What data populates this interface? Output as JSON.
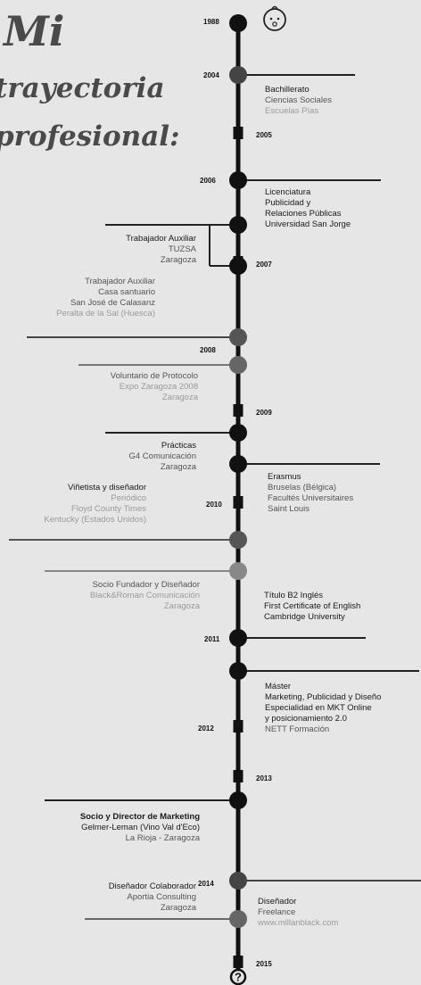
{
  "title": {
    "line1": "Mi",
    "line2": "trayectoria",
    "line3": "profesional:"
  },
  "years": {
    "y1988": "1988",
    "y2004": "2004",
    "y2005": "2005",
    "y2006": "2006",
    "y2007": "2007",
    "y2008": "2008",
    "y2009": "2009",
    "y2010": "2010",
    "y2011": "2011",
    "y2012": "2012",
    "y2013": "2013",
    "y2014": "2014",
    "y2015": "2015"
  },
  "icons": {
    "birth": "baby-face-icon",
    "future": "question-mark-icon"
  },
  "right_entries": [
    {
      "lines": [
        "Bachillerato",
        "Ciencias Sociales",
        "Escuelas Pías"
      ]
    },
    {
      "lines": [
        "Licenciatura",
        "Publicidad y",
        "Relaciones Públicas",
        "Universidad San Jorge"
      ]
    },
    {
      "lines": [
        "Erasmus",
        "Bruselas (Bélgica)",
        "Facultés Universitaires",
        "Saint Louis"
      ]
    },
    {
      "lines": [
        "Título B2 Inglés",
        "First Certificate of English",
        "Cambridge University"
      ]
    },
    {
      "lines": [
        "Máster",
        "Marketing, Publicidad y Diseño",
        "Especialidad en MKT Online",
        "y posicionamiento 2.0",
        "NETT Formación"
      ]
    },
    {
      "lines": [
        "Diseñador",
        "Freelance",
        "www.millanblack.com"
      ]
    }
  ],
  "left_entries": [
    {
      "lines": [
        "Trabajador Auxiliar",
        "TUZSA",
        "Zaragoza"
      ]
    },
    {
      "lines": [
        "Trabajador Auxiliar",
        "Casa santuario",
        "San José de Calasanz",
        "Peralta de la Sal (Huesca)"
      ]
    },
    {
      "lines": [
        "Voluntario de Protocolo",
        "Expo Zaragoza 2008",
        "Zaragoza"
      ]
    },
    {
      "lines": [
        "Prácticas",
        "G4 Comunicación",
        "Zaragoza"
      ]
    },
    {
      "lines": [
        "Viñetista y diseñador",
        "Periódico",
        "Floyd County Times",
        "Kentucky (Estados Unidos)"
      ]
    },
    {
      "lines": [
        "Socio Fundador y Diseñador",
        "Black&Roman Comunicación",
        "Zaragoza"
      ]
    },
    {
      "lines": [
        "Socio y Director de Marketing",
        "Gelmer-Leman (Vino Val d'Eco)",
        "La Rioja - Zaragoza"
      ]
    },
    {
      "lines": [
        "Diseñador Colaborador",
        "Aportia Consulting",
        "Zaragoza"
      ]
    }
  ]
}
